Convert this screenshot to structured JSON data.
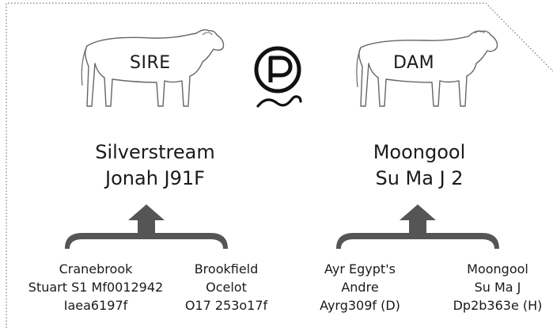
{
  "sire": {
    "label": "SIRE",
    "name_line1": "Silverstream",
    "name_line2": "Jonah J91F",
    "parents": [
      {
        "lines": [
          "Cranebrook",
          "Stuart S1 Mf0012942",
          "Iaea6197f"
        ]
      },
      {
        "lines": [
          "Brookfield",
          "Ocelot",
          "O17 253o17f"
        ]
      }
    ]
  },
  "dam": {
    "label": "DAM",
    "name_line1": "Moongool",
    "name_line2": "Su Ma J 2",
    "parents": [
      {
        "lines": [
          "Ayr Egypt's",
          "Andre",
          "Ayrg309f (D)"
        ]
      },
      {
        "lines": [
          "Moongool",
          "Su Ma J",
          "Dp2b363e (H)"
        ]
      }
    ]
  },
  "icons": {
    "poll": "polled-p-icon",
    "cow": "bull-outline-icon"
  },
  "colors": {
    "bracket": "#555555",
    "outline": "#666666",
    "text": "#1a1a1a"
  }
}
